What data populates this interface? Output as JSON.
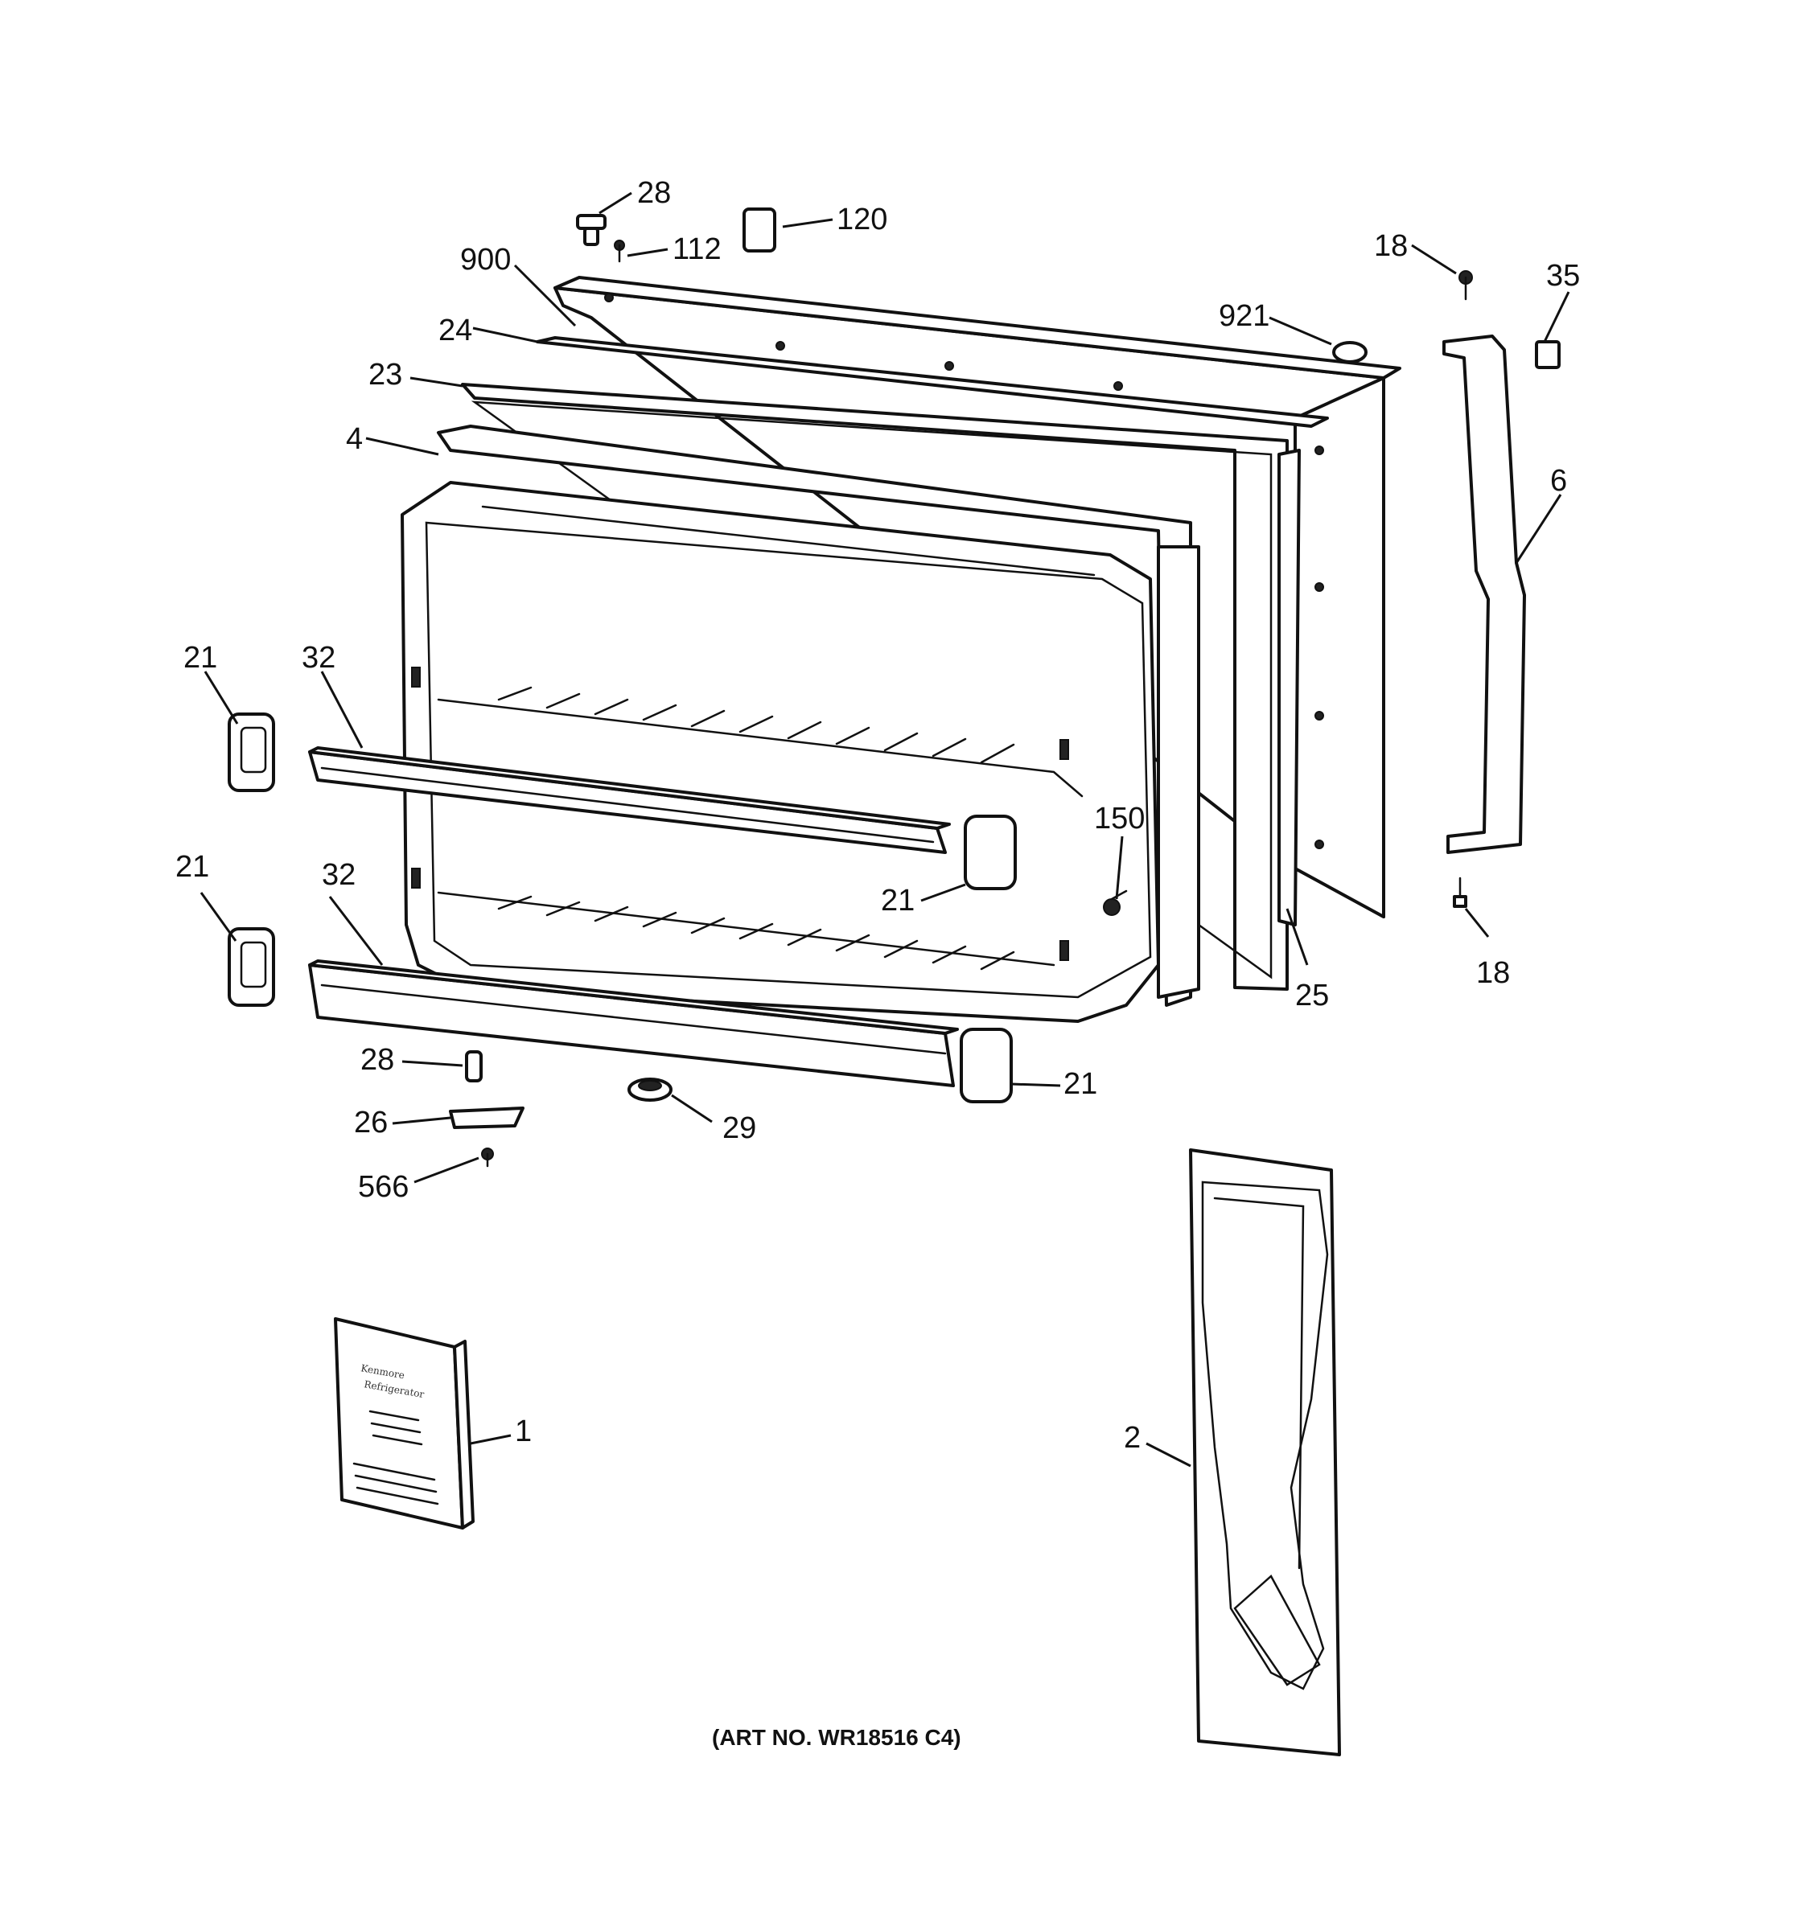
{
  "callouts": {
    "c28_top": "28",
    "c120": "120",
    "c112": "112",
    "c900": "900",
    "c24": "24",
    "c23": "23",
    "c4": "4",
    "c921": "921",
    "c18_top": "18",
    "c35": "35",
    "c6": "6",
    "c21_a": "21",
    "c32_a": "32",
    "c21_b": "21",
    "c32_b": "32",
    "c150": "150",
    "c21_c": "21",
    "c25": "25",
    "c18_bottom": "18",
    "c28_bottom": "28",
    "c21_d": "21",
    "c26": "26",
    "c29": "29",
    "c566": "566",
    "c1": "1",
    "c2": "2"
  },
  "manual_cover": {
    "brand": "Kenmore",
    "subtitle": "Refrigerator"
  },
  "caption": "(ART NO. WR18516 C4)"
}
